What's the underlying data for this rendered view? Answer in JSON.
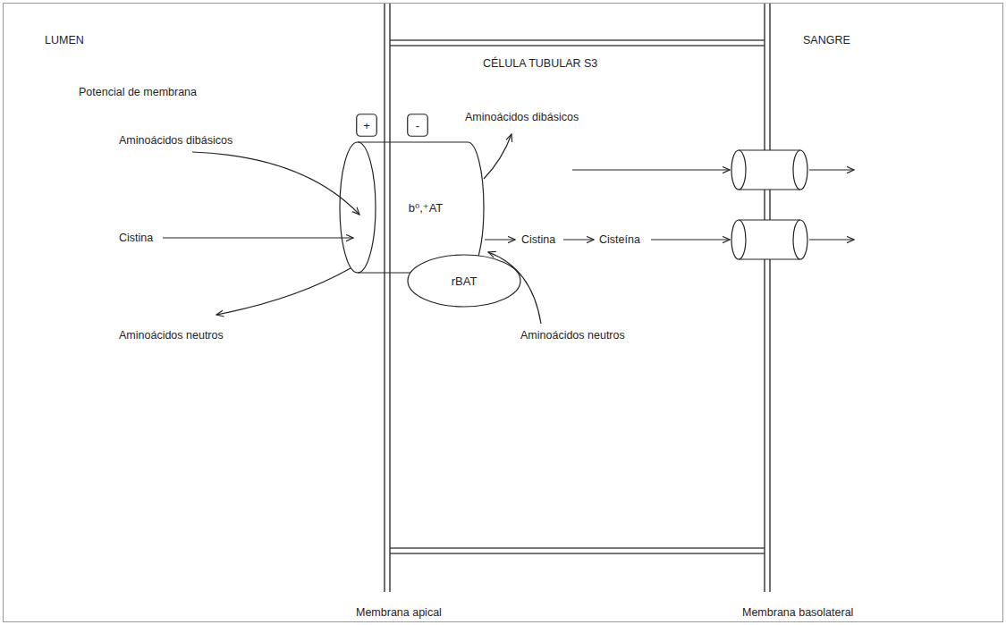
{
  "diagram": {
    "nodes": [
      {
        "text": [
          "+"
        ]
      },
      {
        "text": [
          "-"
        ]
      },
      {
        "text": [
          "b⁰,⁺AT"
        ]
      },
      {
        "text": [
          "rBAT"
        ]
      }
    ],
    "labels": [
      "LUMEN",
      "SANGRE",
      "CÉLULA TUBULAR S3",
      "Potencial de membrana",
      "Aminoácidos dibásicos",
      "Aminoácidos dibásicos",
      "Cistina",
      "Cistina",
      "Cisteína",
      "Aminoácidos neutros",
      "Aminoácidos neutros",
      "Membrana apical",
      "Membrana basolateral"
    ]
  }
}
